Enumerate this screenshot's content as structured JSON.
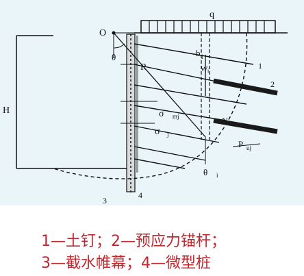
{
  "diagram": {
    "labels": {
      "O": "O",
      "q": "q",
      "H": "H",
      "R": "R",
      "theta": "θ",
      "b_i": "b",
      "b_sub": "i",
      "W": "W",
      "W_sub": "i",
      "one": "1",
      "two": "2",
      "three": "3",
      "four": "4",
      "sigma_mj": "σ",
      "sigma_mj_sub": "mj",
      "sigma_j": "σ",
      "sigma_j_sub": "j",
      "N": "N",
      "N_sub": "i",
      "P": "P",
      "P_sub": "uj",
      "theta_i": "θ",
      "theta_i_sub": "i"
    },
    "colors": {
      "line": "#111111",
      "anchor": "#1a1a1a",
      "background": "#e9f5f8"
    }
  },
  "caption": {
    "line1": "1—土钉；2—预应力锚杆；",
    "line2": "3—截水帷幕；4—微型桩"
  }
}
